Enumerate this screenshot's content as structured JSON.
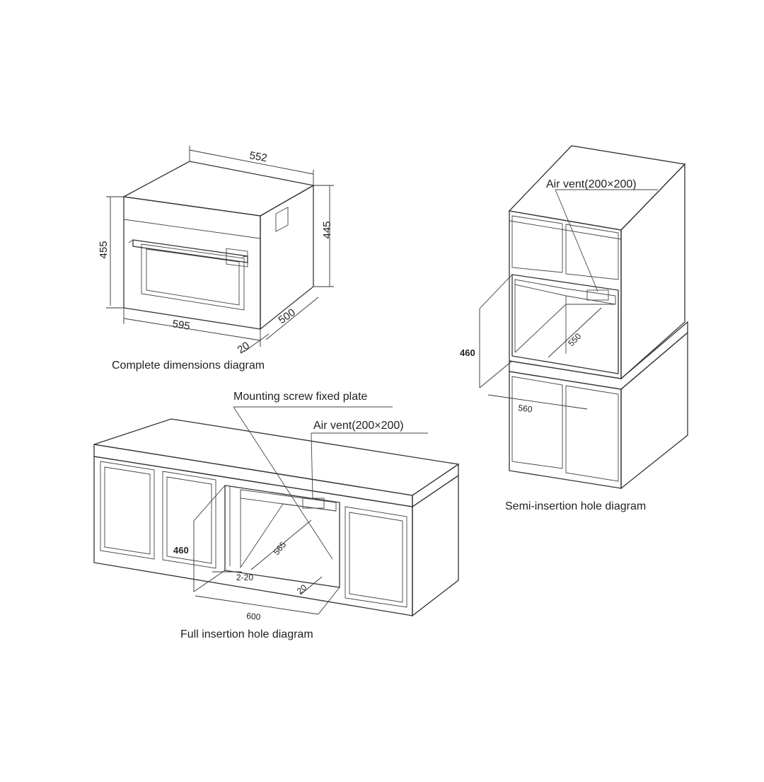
{
  "captions": {
    "complete": "Complete dimensions diagram",
    "semi": "Semi-insertion hole diagram",
    "full": "Full insertion hole diagram"
  },
  "labels": {
    "air_vent_semi": "Air vent(200×200)",
    "air_vent_full": "Air vent(200×200)",
    "mounting_plate": "Mounting screw fixed plate"
  },
  "dimensions": {
    "oven_top_width": "552",
    "oven_height_front": "455",
    "oven_height_side": "445",
    "oven_depth": "500",
    "oven_front_width": "595",
    "oven_front_offset": "20",
    "semi_height": "460",
    "semi_depth": "550",
    "semi_width": "560",
    "full_height": "460",
    "full_depth": "565",
    "full_width": "600",
    "full_gap": "2-20",
    "full_bottom": "20"
  }
}
